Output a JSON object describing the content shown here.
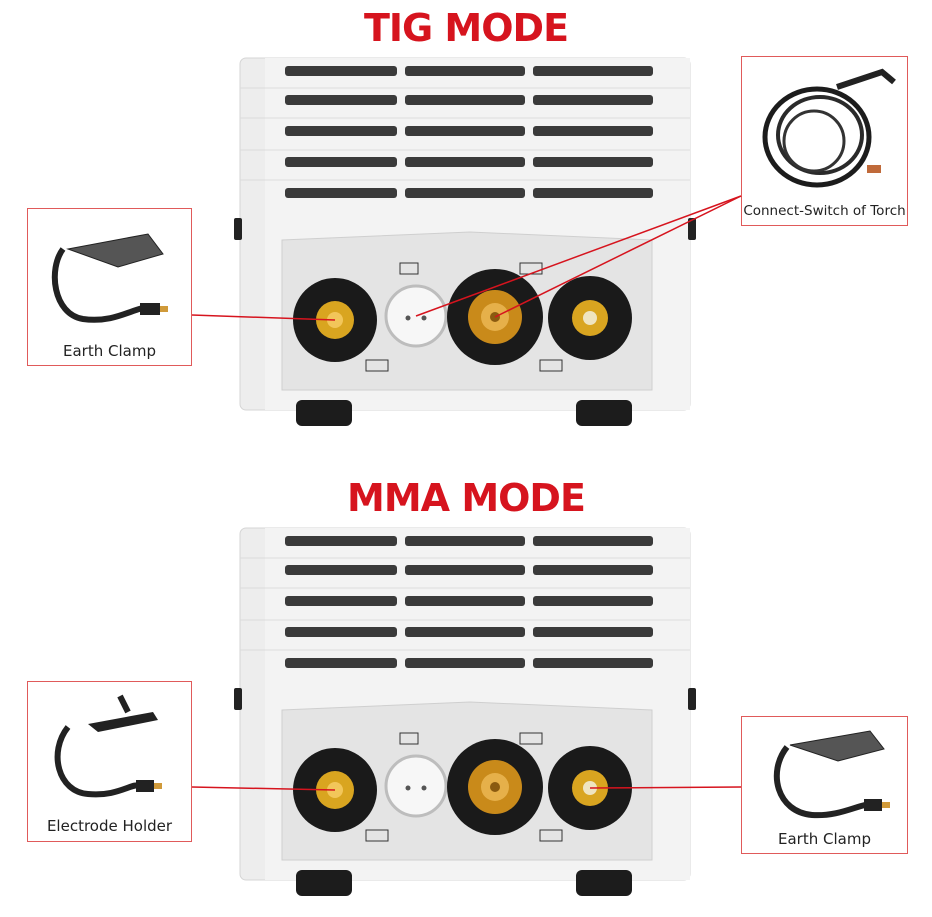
{
  "tig": {
    "title": "TIG MODE",
    "callouts": {
      "earth_clamp": "Earth Clamp",
      "torch": "Connect-Switch of Torch"
    }
  },
  "mma": {
    "title": "MMA MODE",
    "callouts": {
      "electrode_holder": "Electrode Holder",
      "earth_clamp": "Earth Clamp"
    }
  },
  "colors": {
    "accent_red": "#d6141e",
    "callout_border": "#e05a5a",
    "connector_gold": "#d9a520",
    "body_gray": "#ececec"
  }
}
